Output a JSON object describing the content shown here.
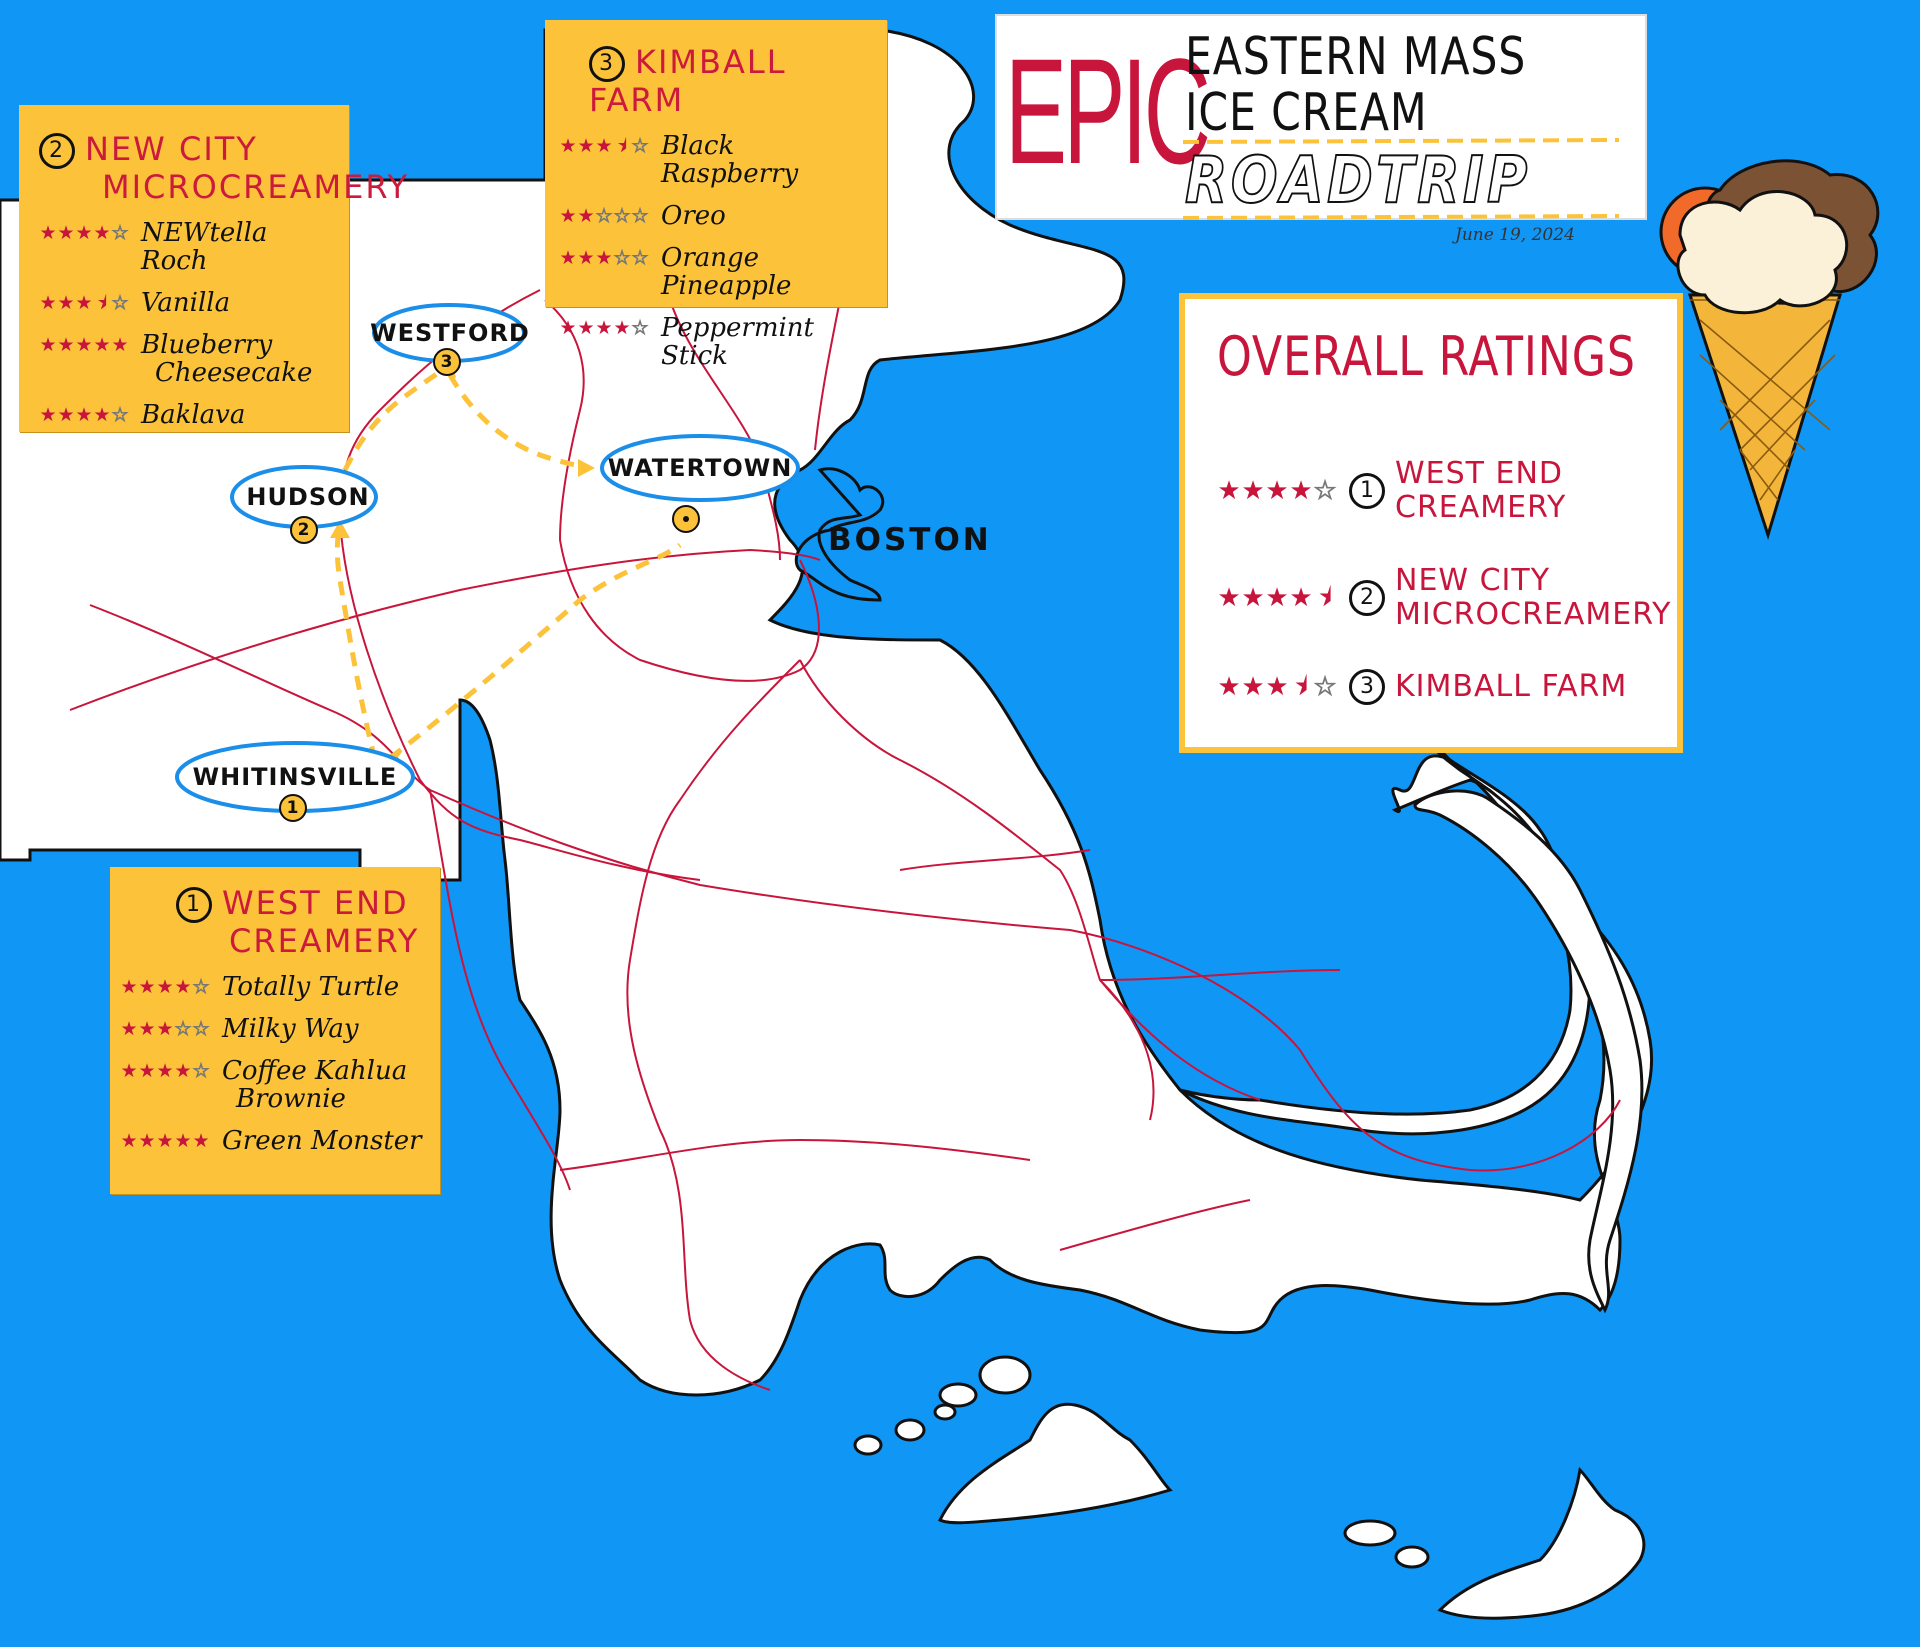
{
  "title": {
    "epic": "EPIC",
    "line1": "EASTERN MASS",
    "line2": "ICE CREAM",
    "line3": "ROADTRIP",
    "date": "June 19, 2024"
  },
  "colors": {
    "ocean": "#1096f5",
    "land": "#ffffff",
    "road": "#c8153c",
    "route": "#fcc33a",
    "card": "#fcc33a",
    "accent_red": "#cc1a3d",
    "city_ring": "#1a8ee8"
  },
  "cities": {
    "westford": {
      "name": "WESTFORD",
      "stop": "3"
    },
    "hudson": {
      "name": "HUDSON",
      "stop": "2"
    },
    "watertown": {
      "name": "WATERTOWN"
    },
    "whitinsville": {
      "name": "WHITINSVILLE",
      "stop": "1"
    },
    "boston": {
      "name": "BOSTON"
    }
  },
  "shops": [
    {
      "number": "1",
      "name_line1": "WEST END",
      "name_line2": "CREAMERY",
      "flavors": [
        {
          "name": "Totally Turtle",
          "rating": 4
        },
        {
          "name": "Milky Way",
          "rating": 3
        },
        {
          "name": "Coffee Kahlua",
          "name2": "Brownie",
          "rating": 4
        },
        {
          "name": "Green Monster",
          "rating": 5
        }
      ]
    },
    {
      "number": "2",
      "name_line1": "NEW CITY",
      "name_line2": "MICROCREAMERY",
      "flavors": [
        {
          "name": "NEWtella Roch",
          "rating": 4
        },
        {
          "name": "Vanilla",
          "rating": 3.5
        },
        {
          "name": "Blueberry",
          "name2": "Cheesecake",
          "rating": 5
        },
        {
          "name": "Baklava",
          "rating": 4
        }
      ]
    },
    {
      "number": "3",
      "name_line1": "KIMBALL FARM",
      "name_line2": "",
      "flavors": [
        {
          "name": "Black Raspberry",
          "rating": 3.5
        },
        {
          "name": "Oreo",
          "rating": 2
        },
        {
          "name": "Orange Pineapple",
          "rating": 3
        },
        {
          "name": "Peppermint Stick",
          "rating": 4
        }
      ]
    }
  ],
  "overall": {
    "title": "OVERALL RATINGS",
    "entries": [
      {
        "number": "1",
        "name_line1": "WEST END",
        "name_line2": "CREAMERY",
        "rating": 4
      },
      {
        "number": "2",
        "name_line1": "NEW CITY",
        "name_line2": "MICROCREAMERY",
        "rating": 4.5
      },
      {
        "number": "3",
        "name_line1": "KIMBALL FARM",
        "name_line2": "",
        "rating": 3.5
      }
    ]
  },
  "icons": {
    "cone": "ice-cream-cone-icon",
    "star": "star-icon"
  }
}
